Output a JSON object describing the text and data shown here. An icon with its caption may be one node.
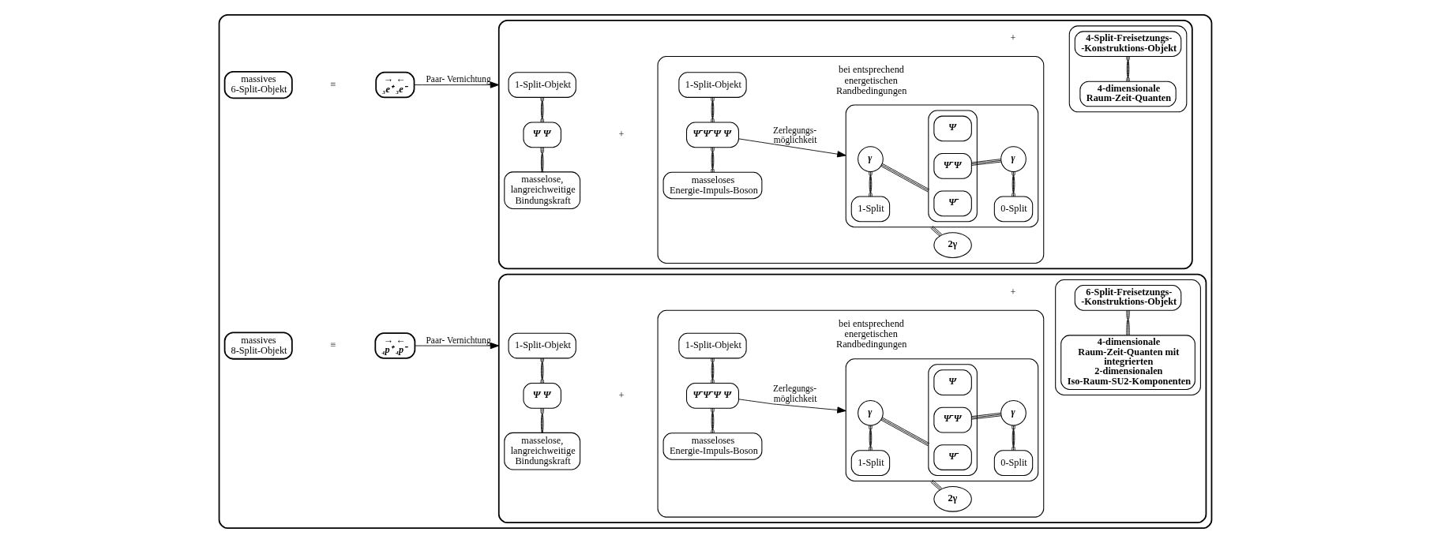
{
  "diagram": {
    "nodes": [
      {
        "text": [],
        "shape": "box"
      },
      {
        "text": [
          "massives 6-Split-Objekt"
        ],
        "in": 0
      },
      {
        "text": [
          "→ ←",
          "₃e⁺ ₃e⁻"
        ],
        "in": 0
      },
      {
        "text": [],
        "shape": "box",
        "in": 0
      },
      {
        "text": [
          "1-Split-Objekt"
        ],
        "in": 3
      },
      {
        "text": [
          "Ψ Ψ"
        ],
        "in": 3
      },
      {
        "text": [
          "masselose, langreichweitige Bindungskraft"
        ],
        "in": 3
      },
      {
        "text": [],
        "shape": "box",
        "in": 3
      },
      {
        "text": [
          "1-Split-Objekt"
        ],
        "in": 7
      },
      {
        "text": [
          "Ψ̄ Ψ̄ Ψ Ψ"
        ],
        "in": 7
      },
      {
        "text": [
          "masseloses Energie-Impuls-Boson"
        ],
        "in": 7
      },
      {
        "text": [],
        "shape": "box",
        "in": 7
      },
      {
        "text": [
          "γ"
        ],
        "in": 11
      },
      {
        "text": [
          "1-Split"
        ],
        "in": 11
      },
      {
        "text": [],
        "shape": "box",
        "in": 11
      },
      {
        "text": [
          "Ψ̄"
        ],
        "in": 14
      },
      {
        "text": [
          "Ψ̄ Ψ"
        ],
        "in": 14
      },
      {
        "text": [
          "Ψ"
        ],
        "in": 14
      },
      {
        "text": [
          "γ"
        ],
        "in": 11
      },
      {
        "text": [
          "0-Split"
        ],
        "in": 11
      },
      {
        "text": [
          "2γ"
        ],
        "in": 7
      },
      {
        "text": [],
        "shape": "box",
        "in": 3
      },
      {
        "text": [
          "4-Split-Freisetzungs- -Konstruktions-Objekt"
        ],
        "in": 21
      },
      {
        "text": [
          "4-dimensionale Raum-Zeit-Quanten"
        ],
        "in": 21
      },
      {
        "text": [
          "massives 8-Split-Objekt"
        ],
        "in": 0
      },
      {
        "text": [
          "→ ←",
          "₄p⁺ ₄p⁻"
        ],
        "in": 0
      },
      {
        "text": [],
        "shape": "box",
        "in": 0
      },
      {
        "text": [
          "1-Split-Objekt"
        ],
        "in": 26
      },
      {
        "text": [
          "Ψ Ψ"
        ],
        "in": 26
      },
      {
        "text": [
          "masselose, langreichweitige Bindungskraft"
        ],
        "in": 26
      },
      {
        "text": [],
        "shape": "box",
        "in": 26
      },
      {
        "text": [
          "1-Split-Objekt"
        ],
        "in": 30
      },
      {
        "text": [
          "Ψ̄ Ψ̄ Ψ Ψ"
        ],
        "in": 30
      },
      {
        "text": [
          "masseloses Energie-Impuls-Boson"
        ],
        "in": 30
      },
      {
        "text": [],
        "shape": "box",
        "in": 30
      },
      {
        "text": [
          "γ"
        ],
        "in": 34
      },
      {
        "text": [
          "1-Split"
        ],
        "in": 34
      },
      {
        "text": [],
        "shape": "box",
        "in": 34
      },
      {
        "text": [
          "Ψ̄"
        ],
        "in": 37
      },
      {
        "text": [
          "Ψ̄ Ψ"
        ],
        "in": 37
      },
      {
        "text": [
          "Ψ"
        ],
        "in": 37
      },
      {
        "text": [
          "γ"
        ],
        "in": 34
      },
      {
        "text": [
          "0-Split"
        ],
        "in": 34
      },
      {
        "text": [
          "2γ"
        ],
        "in": 30
      },
      {
        "text": [],
        "shape": "box",
        "in": 26
      },
      {
        "text": [
          "6-Split-Freisetzungs- -Konstruktions-Objekt"
        ],
        "in": 44
      },
      {
        "text": [
          "4-dimensionale Raum-Zeit-Quanten mit integrierten 2-dimensionalen Iso-Raum-SU2-Komponenten"
        ],
        "in": 44
      }
    ],
    "edges": [
      {
        "from": 2,
        "to": 3,
        "arrow": "to",
        "label": "Paar- Vernichtung"
      },
      {
        "from": 4,
        "to": 5,
        "arrow": "none"
      },
      {
        "from": 5,
        "to": 6,
        "arrow": "none"
      },
      {
        "from": 8,
        "to": 9,
        "arrow": "none"
      },
      {
        "from": 9,
        "to": 10,
        "arrow": "none"
      },
      {
        "from": 9,
        "to": 11,
        "arrow": "to",
        "label": "Zerlegungs- möglichkeit"
      },
      {
        "from": 12,
        "to": 13,
        "arrow": "none"
      },
      {
        "from": 12,
        "to": 14,
        "arrow": "none"
      },
      {
        "from": 16,
        "to": 18,
        "arrow": "none"
      },
      {
        "from": 18,
        "to": 19,
        "arrow": "none"
      },
      {
        "from": 11,
        "to": 20,
        "arrow": "none"
      },
      {
        "from": 22,
        "to": 23,
        "arrow": "none"
      },
      {
        "from": 25,
        "to": 26,
        "arrow": "to",
        "label": "Paar- Vernichtung"
      },
      {
        "from": 27,
        "to": 28,
        "arrow": "none"
      },
      {
        "from": 28,
        "to": 29,
        "arrow": "none"
      },
      {
        "from": 31,
        "to": 32,
        "arrow": "none"
      },
      {
        "from": 32,
        "to": 33,
        "arrow": "none"
      },
      {
        "from": 32,
        "to": 34,
        "arrow": "to",
        "label": "Zerlegungs- möglichkeit"
      },
      {
        "from": 35,
        "to": 36,
        "arrow": "none"
      },
      {
        "from": 35,
        "to": 37,
        "arrow": "none"
      },
      {
        "from": 39,
        "to": 41,
        "arrow": "none"
      },
      {
        "from": 41,
        "to": 42,
        "arrow": "none"
      },
      {
        "from": 34,
        "to": 43,
        "arrow": "none"
      },
      {
        "from": 45,
        "to": 46,
        "arrow": "none"
      }
    ],
    "labels": [
      "≡",
      "+",
      "bei entsprechend energetischen Randbedingungen",
      "+",
      "≡",
      "+",
      "bei entsprechend energetischen Randbedingungen",
      "+"
    ]
  }
}
